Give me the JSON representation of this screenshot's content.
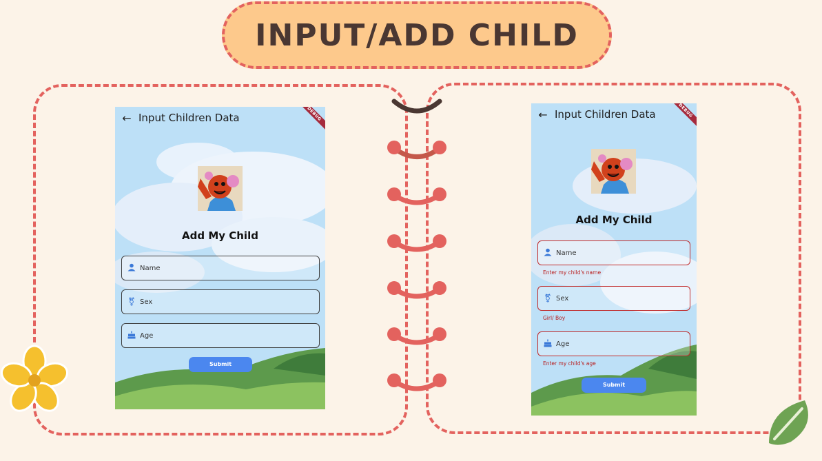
{
  "title": "INPUT/ADD CHILD",
  "colors": {
    "background": "#fcf3e8",
    "title_fill": "#fdc98c",
    "dash_border": "#e3625e",
    "submit": "#4b87ef",
    "error": "#b81a1a",
    "debug_banner": "#a52a3c"
  },
  "left_screen": {
    "appbar_title": "Input Children Data",
    "back_icon": "arrow-left-icon",
    "debug": "DEBUG",
    "heading": "Add My Child",
    "fields": [
      {
        "label": "Name",
        "icon": "person-icon"
      },
      {
        "label": "Sex",
        "icon": "gender-icon"
      },
      {
        "label": "Age",
        "icon": "cake-icon"
      }
    ],
    "submit_label": "Submit"
  },
  "right_screen": {
    "appbar_title": "Input Children Data",
    "back_icon": "arrow-left-icon",
    "debug": "DEBUG",
    "heading": "Add My Child",
    "fields": [
      {
        "label": "Name",
        "icon": "person-icon",
        "error": "Enter my child's name"
      },
      {
        "label": "Sex",
        "icon": "gender-icon",
        "error": "Girl/ Boy"
      },
      {
        "label": "Age",
        "icon": "cake-icon",
        "error": "Enter my child's age"
      }
    ],
    "submit_label": "Submit"
  }
}
